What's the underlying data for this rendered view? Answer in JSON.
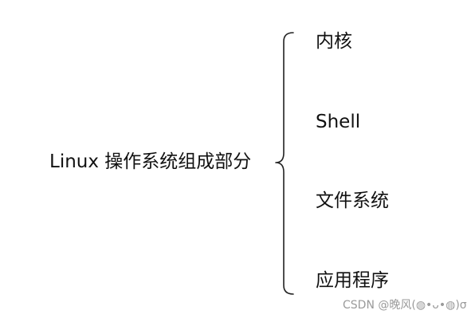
{
  "diagram": {
    "root": "Linux 操作系统组成部分",
    "items": [
      {
        "label": "内核"
      },
      {
        "label": "Shell"
      },
      {
        "label": "文件系统"
      },
      {
        "label": "应用程序"
      }
    ]
  },
  "watermark": "CSDN @晚风(◍•ᴗ•◍)σ",
  "colors": {
    "text": "#111111",
    "bracket": "#222222",
    "watermark": "#9a9a9a"
  }
}
